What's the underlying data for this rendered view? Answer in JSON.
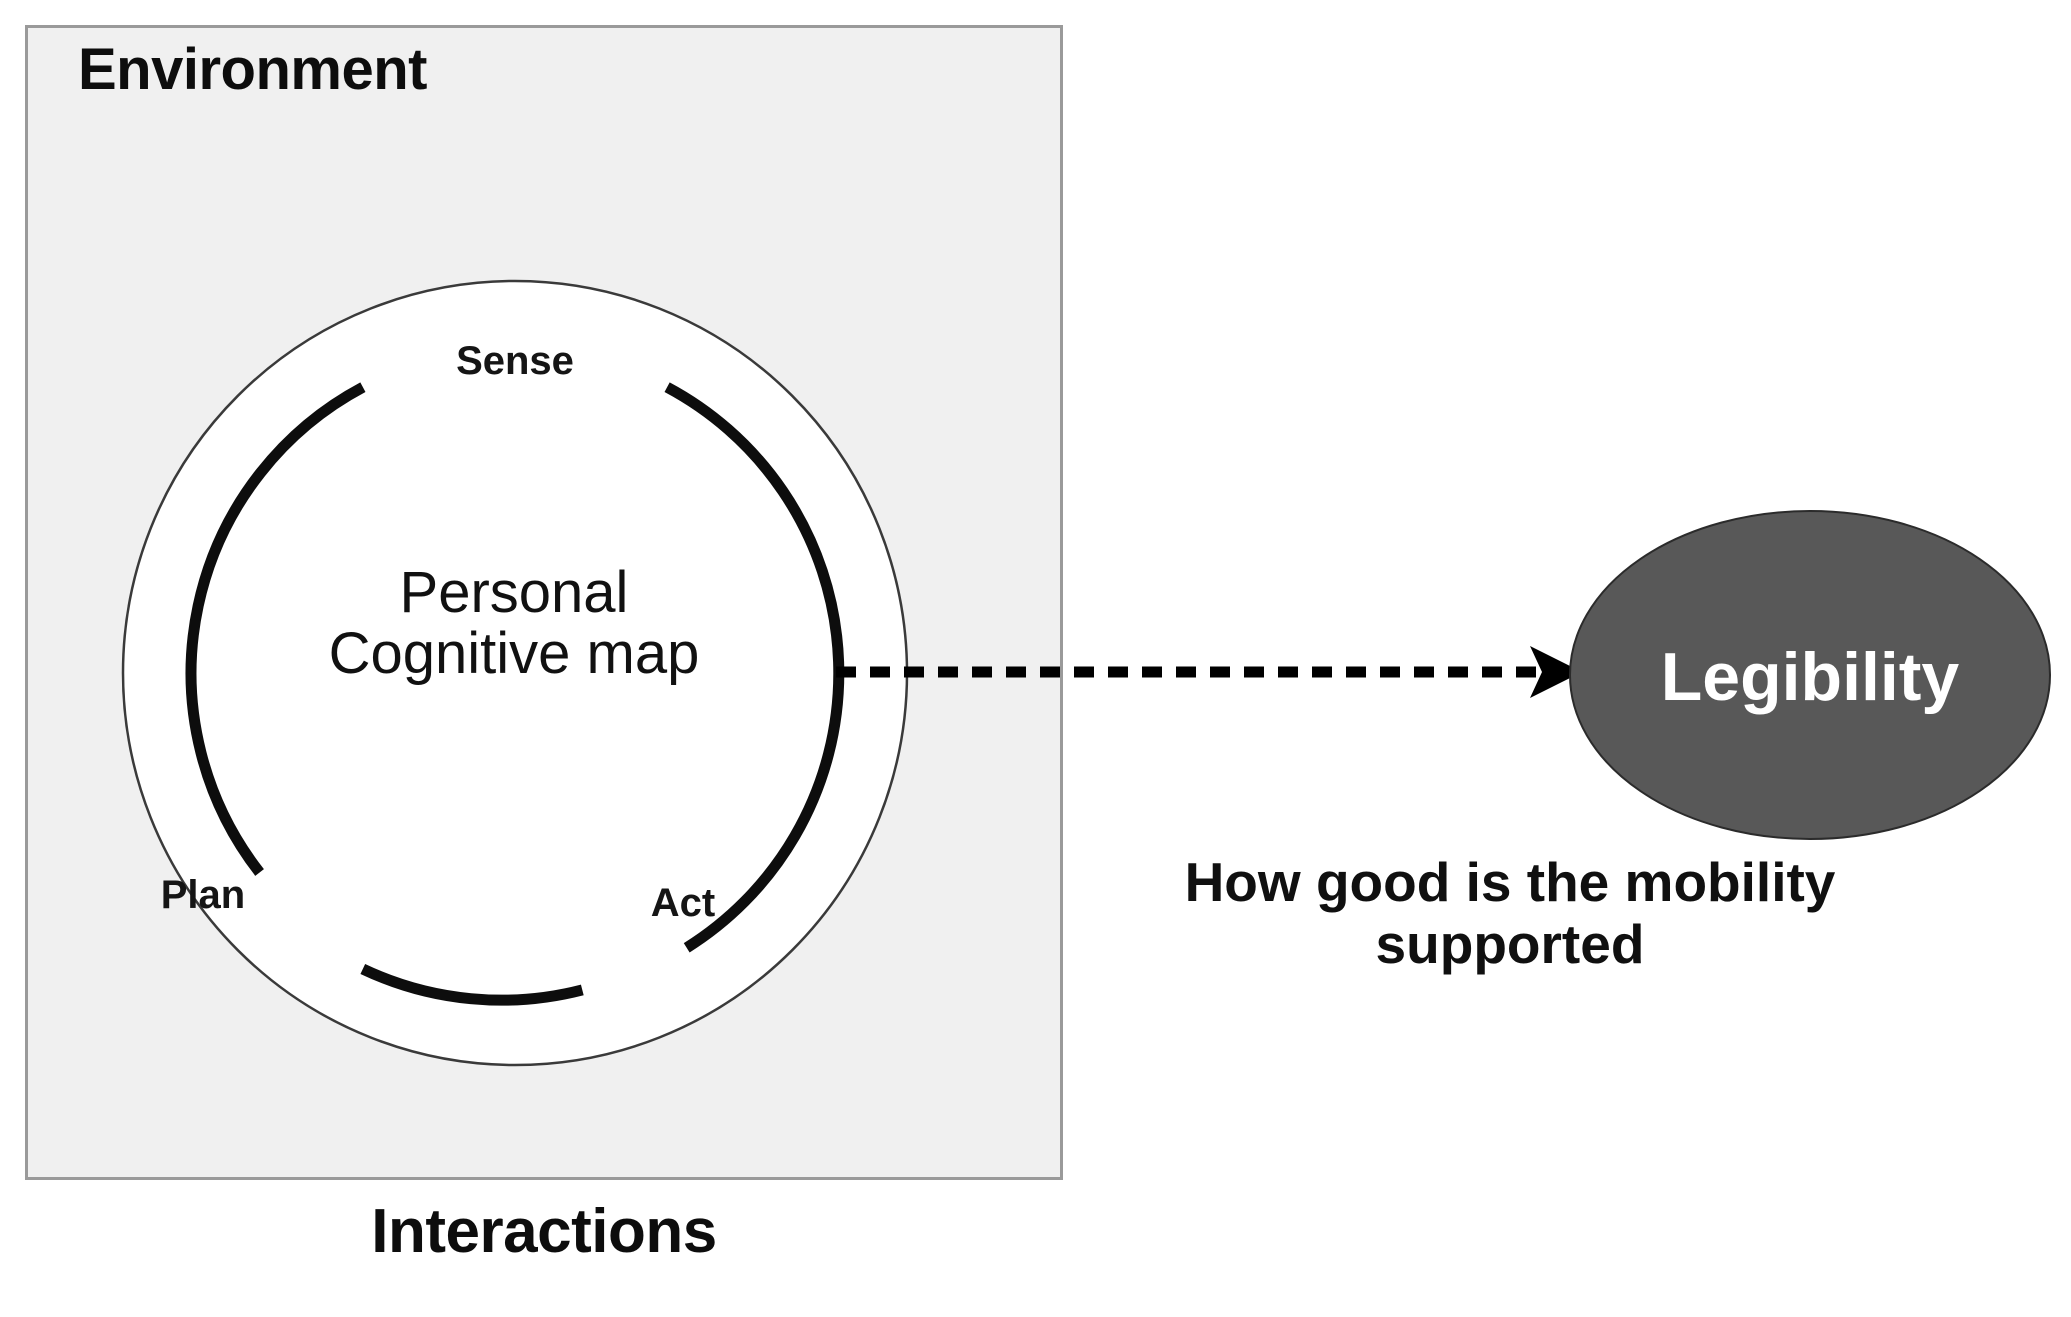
{
  "panel": {
    "title": "Environment",
    "caption": "Interactions",
    "fill_color": "#f0f0f0",
    "border_color": "#9a9a9a"
  },
  "cycle": {
    "center_text": "Personal\nCognitive map",
    "labels": [
      {
        "id": "sense",
        "text": "Sense"
      },
      {
        "id": "act",
        "text": "Act"
      },
      {
        "id": "plan",
        "text": "Plan"
      }
    ],
    "outer_ring_color": "#3a3a3a",
    "arc_color": "#0d0d0d"
  },
  "connector": {
    "style": "dashed-arrow",
    "color": "#000000"
  },
  "outcome": {
    "label": "Legibility",
    "fill_color": "#585858",
    "text_color": "#ffffff",
    "caption": "How good is the mobility\nsupported"
  }
}
